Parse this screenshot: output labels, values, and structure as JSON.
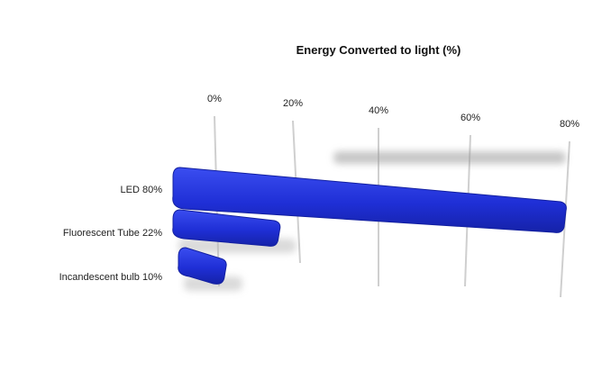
{
  "chart_data": {
    "type": "bar",
    "orientation": "horizontal",
    "title": "Energy Converted to light (%)",
    "xlabel": "",
    "ylabel": "",
    "xlim": [
      0,
      80
    ],
    "tick_labels": [
      "0%",
      "20%",
      "40%",
      "60%",
      "80%"
    ],
    "categories": [
      "LED 80%",
      "Fluorescent Tube  22%",
      "Incandescent bulb  10%"
    ],
    "values": [
      80,
      22,
      10
    ],
    "grid": true,
    "legend": "none",
    "bar_color": "#1f2fd6"
  }
}
